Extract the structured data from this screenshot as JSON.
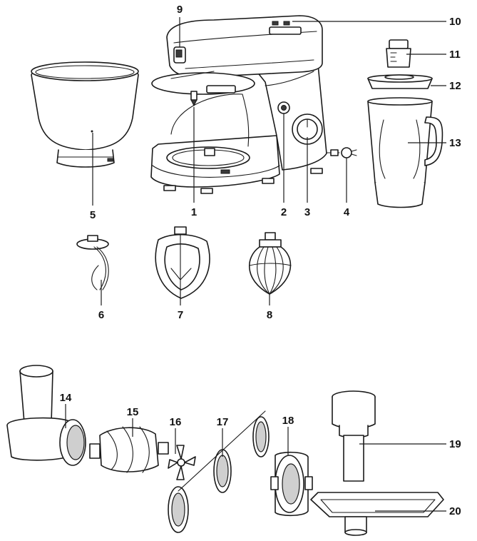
{
  "diagram": {
    "callouts": [
      {
        "id": "1",
        "label": "1"
      },
      {
        "id": "2",
        "label": "2"
      },
      {
        "id": "3",
        "label": "3"
      },
      {
        "id": "4",
        "label": "4"
      },
      {
        "id": "5",
        "label": "5"
      },
      {
        "id": "6",
        "label": "6"
      },
      {
        "id": "7",
        "label": "7"
      },
      {
        "id": "8",
        "label": "8"
      },
      {
        "id": "9",
        "label": "9"
      },
      {
        "id": "10",
        "label": "10"
      },
      {
        "id": "11",
        "label": "11"
      },
      {
        "id": "12",
        "label": "12"
      },
      {
        "id": "13",
        "label": "13"
      },
      {
        "id": "14",
        "label": "14"
      },
      {
        "id": "15",
        "label": "15"
      },
      {
        "id": "16",
        "label": "16"
      },
      {
        "id": "17",
        "label": "17"
      },
      {
        "id": "18",
        "label": "18"
      },
      {
        "id": "19",
        "label": "19"
      },
      {
        "id": "20",
        "label": "20"
      }
    ],
    "colors": {
      "line": "#1a1a1a",
      "fill": "#ffffff",
      "shade": "#cfcfcf"
    }
  }
}
